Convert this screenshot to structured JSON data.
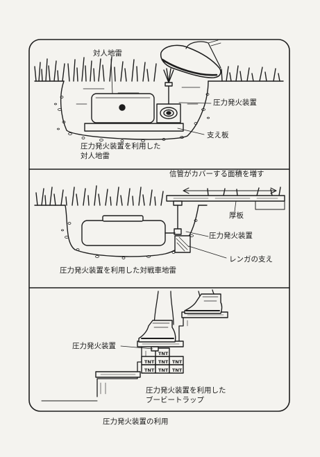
{
  "panel1": {
    "label_mine": "対人地雷",
    "label_fuse": "圧力発火装置",
    "label_board": "支え板",
    "caption_line1": "圧力発火装置を利用した",
    "caption_line2": "対人地雷"
  },
  "panel2": {
    "label_coverage": "信管がカバーする面積を増す",
    "label_plank": "厚板",
    "label_fuse": "圧力発火装置",
    "label_brick": "レンガの支え",
    "caption": "圧力発火装置を利用した対戦車地雷"
  },
  "panel3": {
    "label_fuse": "圧力発火装置",
    "tnt_label": "TNT",
    "caption_line1": "圧力発火装置を利用した",
    "caption_line2": "ブービートラップ"
  },
  "figure_caption": "圧力発火装置の利用",
  "colors": {
    "ink": "#1d1d1d",
    "paper": "#f4f3ef"
  }
}
